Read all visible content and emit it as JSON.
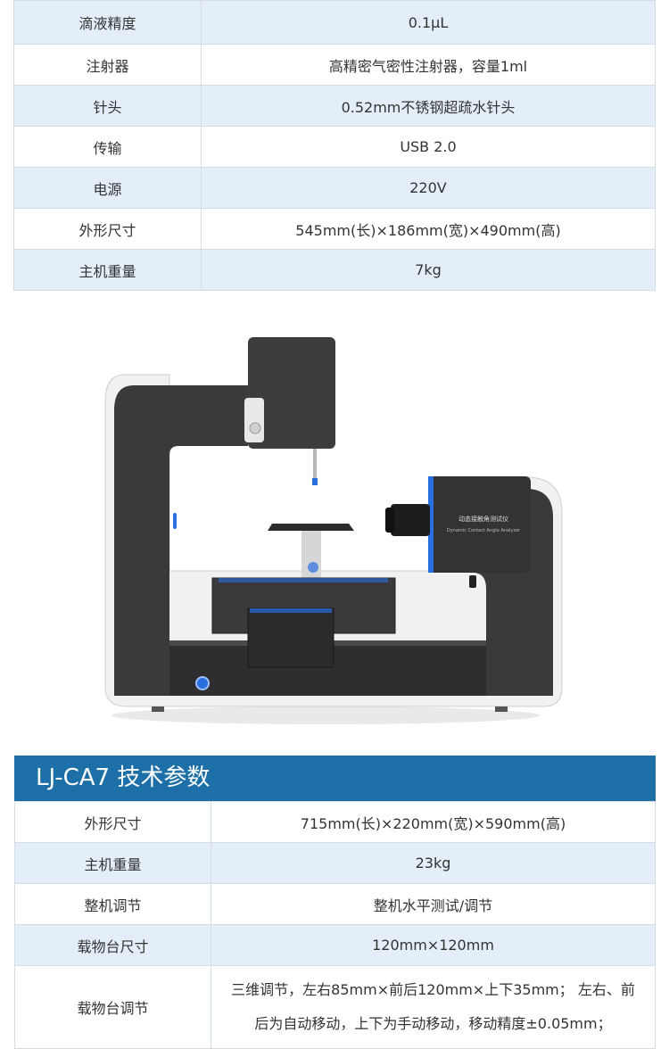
{
  "top_table": {
    "rows": [
      {
        "label": "滴液精度",
        "value": "0.1μL"
      },
      {
        "label": "注射器",
        "value": "高精密气密性注射器，容量1ml"
      },
      {
        "label": "针头",
        "value": "0.52mm不锈钢超疏水针头"
      },
      {
        "label": "传输",
        "value": "USB 2.0"
      },
      {
        "label": "电源",
        "value": "220V"
      },
      {
        "label": "外形尺寸",
        "value": "545mm(长)×186mm(宽)×490mm(高)"
      },
      {
        "label": "主机重量",
        "value": "7kg"
      }
    ]
  },
  "product_image": {
    "label_cn": "动态接触角测试仪",
    "label_en": "Dynamic Contact Angle Analyzer",
    "colors": {
      "body": "#3a3a3c",
      "frame": "#f2f2f2",
      "accent": "#2a6fe0"
    }
  },
  "spec_section": {
    "title": "LJ-CA7 技术参数",
    "rows": [
      {
        "label": "外形尺寸",
        "value": "715mm(长)×220mm(宽)×590mm(高)"
      },
      {
        "label": "主机重量",
        "value": "23kg"
      },
      {
        "label": "整机调节",
        "value": "整机水平测试/调节"
      },
      {
        "label": "载物台尺寸",
        "value": "120mm×120mm"
      },
      {
        "label": "载物台调节",
        "value_line1": "三维调节，左右85mm×前后120mm×上下35mm； 左右、前",
        "value_line2": "后为自动移动，上下为手动移动，移动精度±0.05mm；"
      }
    ],
    "header_color": "#1d6fa8"
  }
}
